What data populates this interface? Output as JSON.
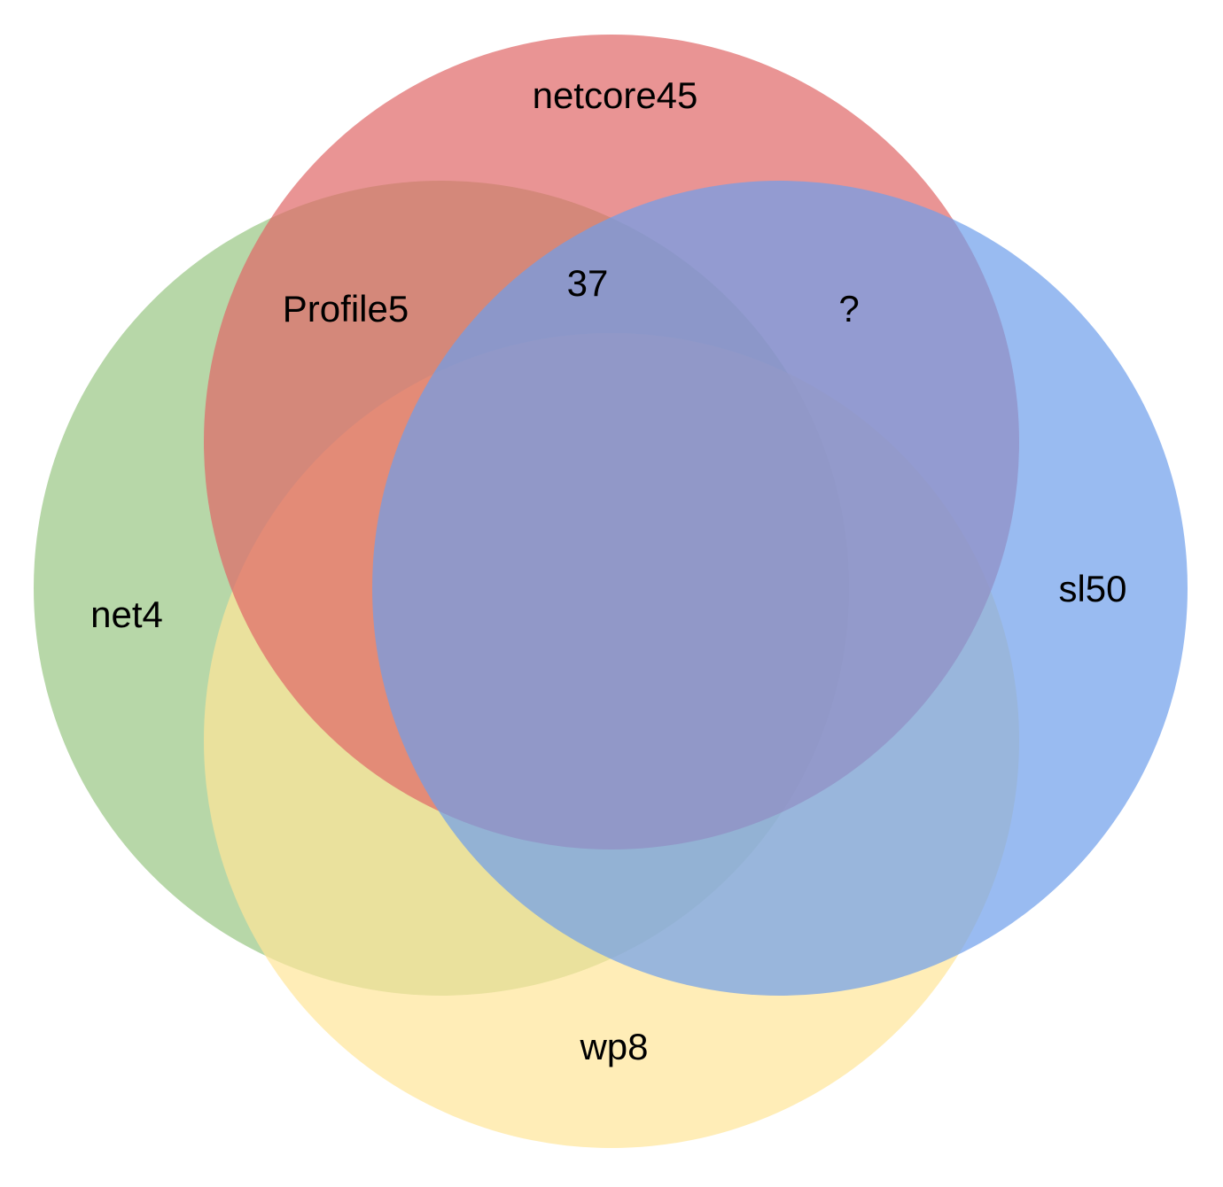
{
  "sets": [
    {
      "id": "net4",
      "label": "net4",
      "color": "#b7d7a8"
    },
    {
      "id": "wp8",
      "label": "wp8",
      "color": "#ffe599"
    },
    {
      "id": "netcore45",
      "label": "netcore45",
      "color": "#e06666"
    },
    {
      "id": "sl50",
      "label": "sl50",
      "color": "#6d9eeb"
    }
  ],
  "regions": {
    "net4_netcore45": "Profile5",
    "net4_netcore45_sl50": "37",
    "netcore45_sl50": "?"
  }
}
